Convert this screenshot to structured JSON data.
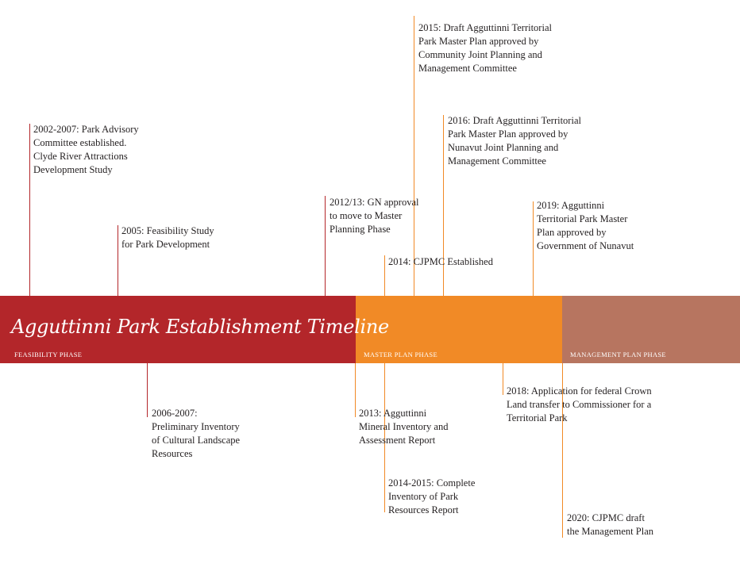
{
  "title": "Agguttinni Park Establishment Timeline",
  "colors": {
    "feasibility": "#b3262a",
    "master_plan": "#f18a26",
    "management": "#b77560",
    "text": "#231f20"
  },
  "phases": {
    "feasibility": "FEASIBILITY PHASE",
    "master_plan": "MASTER PLAN PHASE",
    "management": "MANAGEMENT PLAN PHASE"
  },
  "events": [
    {
      "id": "e2002",
      "phase": "feasibility",
      "text": "2002-2007: Park Advisory\nCommittee established.\nClyde River Attractions\nDevelopment Study"
    },
    {
      "id": "e2005",
      "phase": "feasibility",
      "text": "2005: Feasibility Study\nfor Park Development"
    },
    {
      "id": "e2006",
      "phase": "feasibility",
      "text": "2006-2007:\nPreliminary Inventory\nof Cultural Landscape\nResources"
    },
    {
      "id": "e2012",
      "phase": "feasibility",
      "text": "2012/13: GN approval\nto move to Master\nPlanning Phase"
    },
    {
      "id": "e2013",
      "phase": "master_plan",
      "text": "2013: Agguttinni\nMineral Inventory and\nAssessment Report"
    },
    {
      "id": "e2014",
      "phase": "master_plan",
      "text": "2014: CJPMC Established"
    },
    {
      "id": "e2014b",
      "phase": "master_plan",
      "text": "2014-2015: Complete\nInventory of Park\nResources Report"
    },
    {
      "id": "e2015",
      "phase": "master_plan",
      "text": "2015: Draft Agguttinni Territorial\nPark Master Plan approved by\nCommunity Joint Planning and\nManagement Committee"
    },
    {
      "id": "e2016",
      "phase": "master_plan",
      "text": "2016: Draft Agguttinni Territorial\nPark Master Plan approved by\nNunavut Joint Planning and\nManagement Committee"
    },
    {
      "id": "e2018",
      "phase": "master_plan",
      "text": "2018: Application for federal Crown\nLand transfer to Commissioner for a\nTerritorial Park"
    },
    {
      "id": "e2019",
      "phase": "master_plan",
      "text": "2019: Agguttinni\nTerritorial Park Master\nPlan approved by\nGovernment of Nunavut"
    },
    {
      "id": "e2020",
      "phase": "master_plan",
      "text": "2020: CJPMC draft\nthe Management Plan"
    }
  ]
}
